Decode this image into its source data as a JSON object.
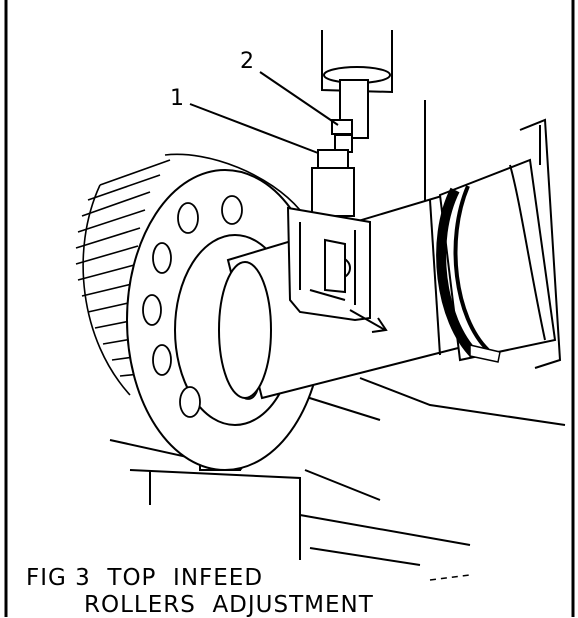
{
  "figure": {
    "callouts": {
      "part_1": "1",
      "part_2": "2"
    },
    "caption": {
      "line_1": "FIG 3  TOP  INFEED",
      "line_2": "ROLLERS  ADJUSTMENT"
    }
  },
  "colors": {
    "ink": "#000000",
    "paper": "#ffffff"
  }
}
